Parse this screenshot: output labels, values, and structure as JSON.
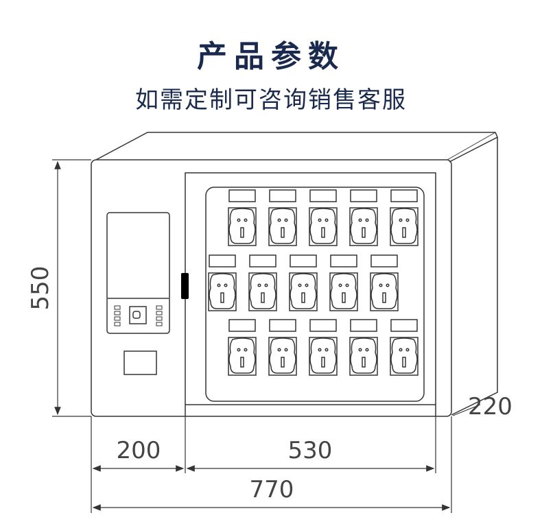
{
  "header": {
    "title": "产品参数",
    "subtitle": "如需定制可咨询销售客服"
  },
  "dimensions": {
    "height": "550",
    "depth": "220",
    "left_width": "200",
    "right_width": "530",
    "total_width": "770"
  },
  "cabinet": {
    "outlet_rows": 3,
    "outlets_per_row": 5,
    "line_color": "#333333",
    "handle_color": "#000000"
  }
}
